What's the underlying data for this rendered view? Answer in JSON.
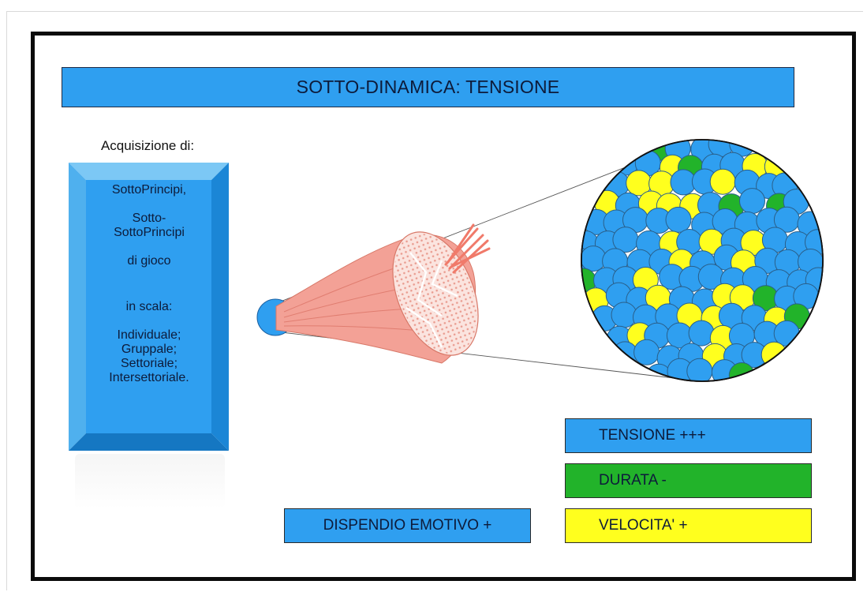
{
  "title": "SOTTO-DINAMICA: TENSIONE",
  "acquisition": {
    "label": "Acquisizione di:",
    "lines": [
      "SottoPrincipi,",
      "Sotto-",
      "SottoPrincipi",
      "di gioco",
      "in scala:",
      "Individuale;",
      "Gruppale;",
      "Settoriale;",
      "Intersettoriale."
    ]
  },
  "legend": {
    "tension": "TENSIONE  +++",
    "duration": "DURATA  -",
    "speed": "VELOCITA'  +"
  },
  "emotional_cost": "DISPENDIO EMOTIVO  +",
  "colors": {
    "blue": "#2f9ff0",
    "green": "#22b32a",
    "yellow": "#ffff1e",
    "muscle": "#f08c80"
  }
}
